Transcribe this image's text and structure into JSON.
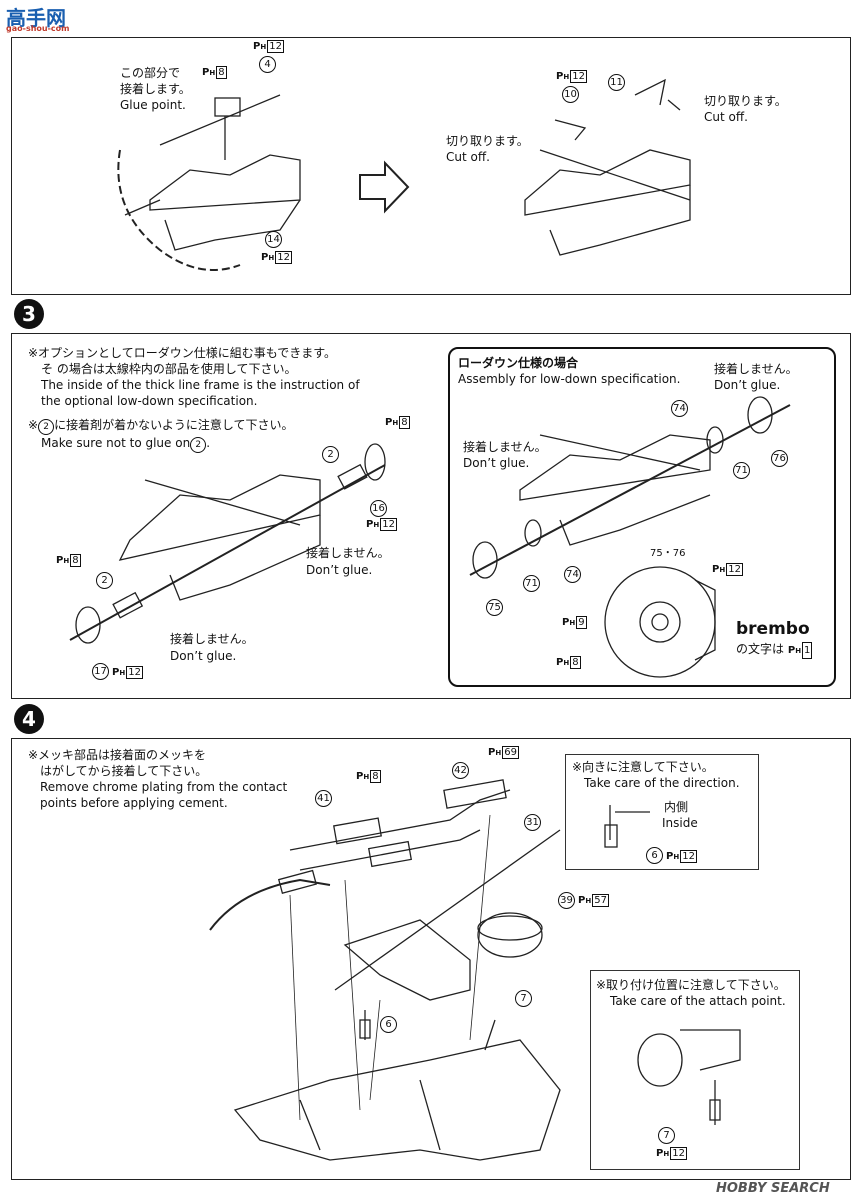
{
  "site": {
    "logo_text": "高手网",
    "logo_sub": "gao-shou-com",
    "watermark": "HOBBY SEARCH"
  },
  "panel_top": {
    "glue_point": [
      "この部分で",
      "接着します。",
      "Glue point."
    ],
    "cut_off_left": [
      "切り取ります。",
      "Cut off."
    ],
    "cut_off_right": [
      "切り取ります。",
      "Cut off."
    ],
    "parts": [
      "4",
      "14",
      "10",
      "11"
    ],
    "ph_codes": [
      "12",
      "8",
      "12",
      "12"
    ]
  },
  "step3": {
    "number": "3",
    "note1": [
      "※オプションとしてローダウン仕様に組む事もできます。",
      "そ の場合は太線枠内の部品を使用して下さい。",
      "The inside of the thick line frame is the instruction of",
      "the optional low-down specification."
    ],
    "note2_prefix": "※",
    "note2_part": "2",
    "note2_jp": "に接着剤が着かないように注意して下さい。",
    "note2_en": "Make sure not to glue on",
    "note2_en_end": ".",
    "dont_glue": [
      "接着しません。",
      "Don’t glue."
    ],
    "parts": [
      "2",
      "2",
      "16",
      "17"
    ],
    "ph_codes": [
      "8",
      "8",
      "12",
      "12"
    ],
    "lowdown": {
      "title": "ローダウン仕様の場合",
      "subtitle": "Assembly for low-down specification.",
      "dont_glue": [
        "接着しません。",
        "Don’t glue."
      ],
      "parts": [
        "74",
        "71",
        "76",
        "71",
        "74",
        "75",
        "75・76"
      ],
      "brand": "brembo",
      "brand_note": "の文字は",
      "ph_codes": [
        "12",
        "9",
        "8",
        "1"
      ]
    }
  },
  "step4": {
    "number": "4",
    "note": [
      "※メッキ部品は接着面のメッキを",
      "はがしてから接着して下さい。",
      "Remove chrome plating from the contact",
      "points before applying cement."
    ],
    "parts": [
      "42",
      "41",
      "31",
      "39",
      "7",
      "6"
    ],
    "ph_codes": [
      "69",
      "8",
      "57"
    ],
    "direction_box": {
      "title": "※向きに注意して下さい。",
      "title_en": "Take care of the direction.",
      "inside_jp": "内側",
      "inside_en": "Inside",
      "part": "6",
      "ph": "12"
    },
    "attach_box": {
      "title": "※取り付け位置に注意して下さい。",
      "title_en": "Take care of the attach point.",
      "part": "7",
      "ph": "12"
    }
  }
}
